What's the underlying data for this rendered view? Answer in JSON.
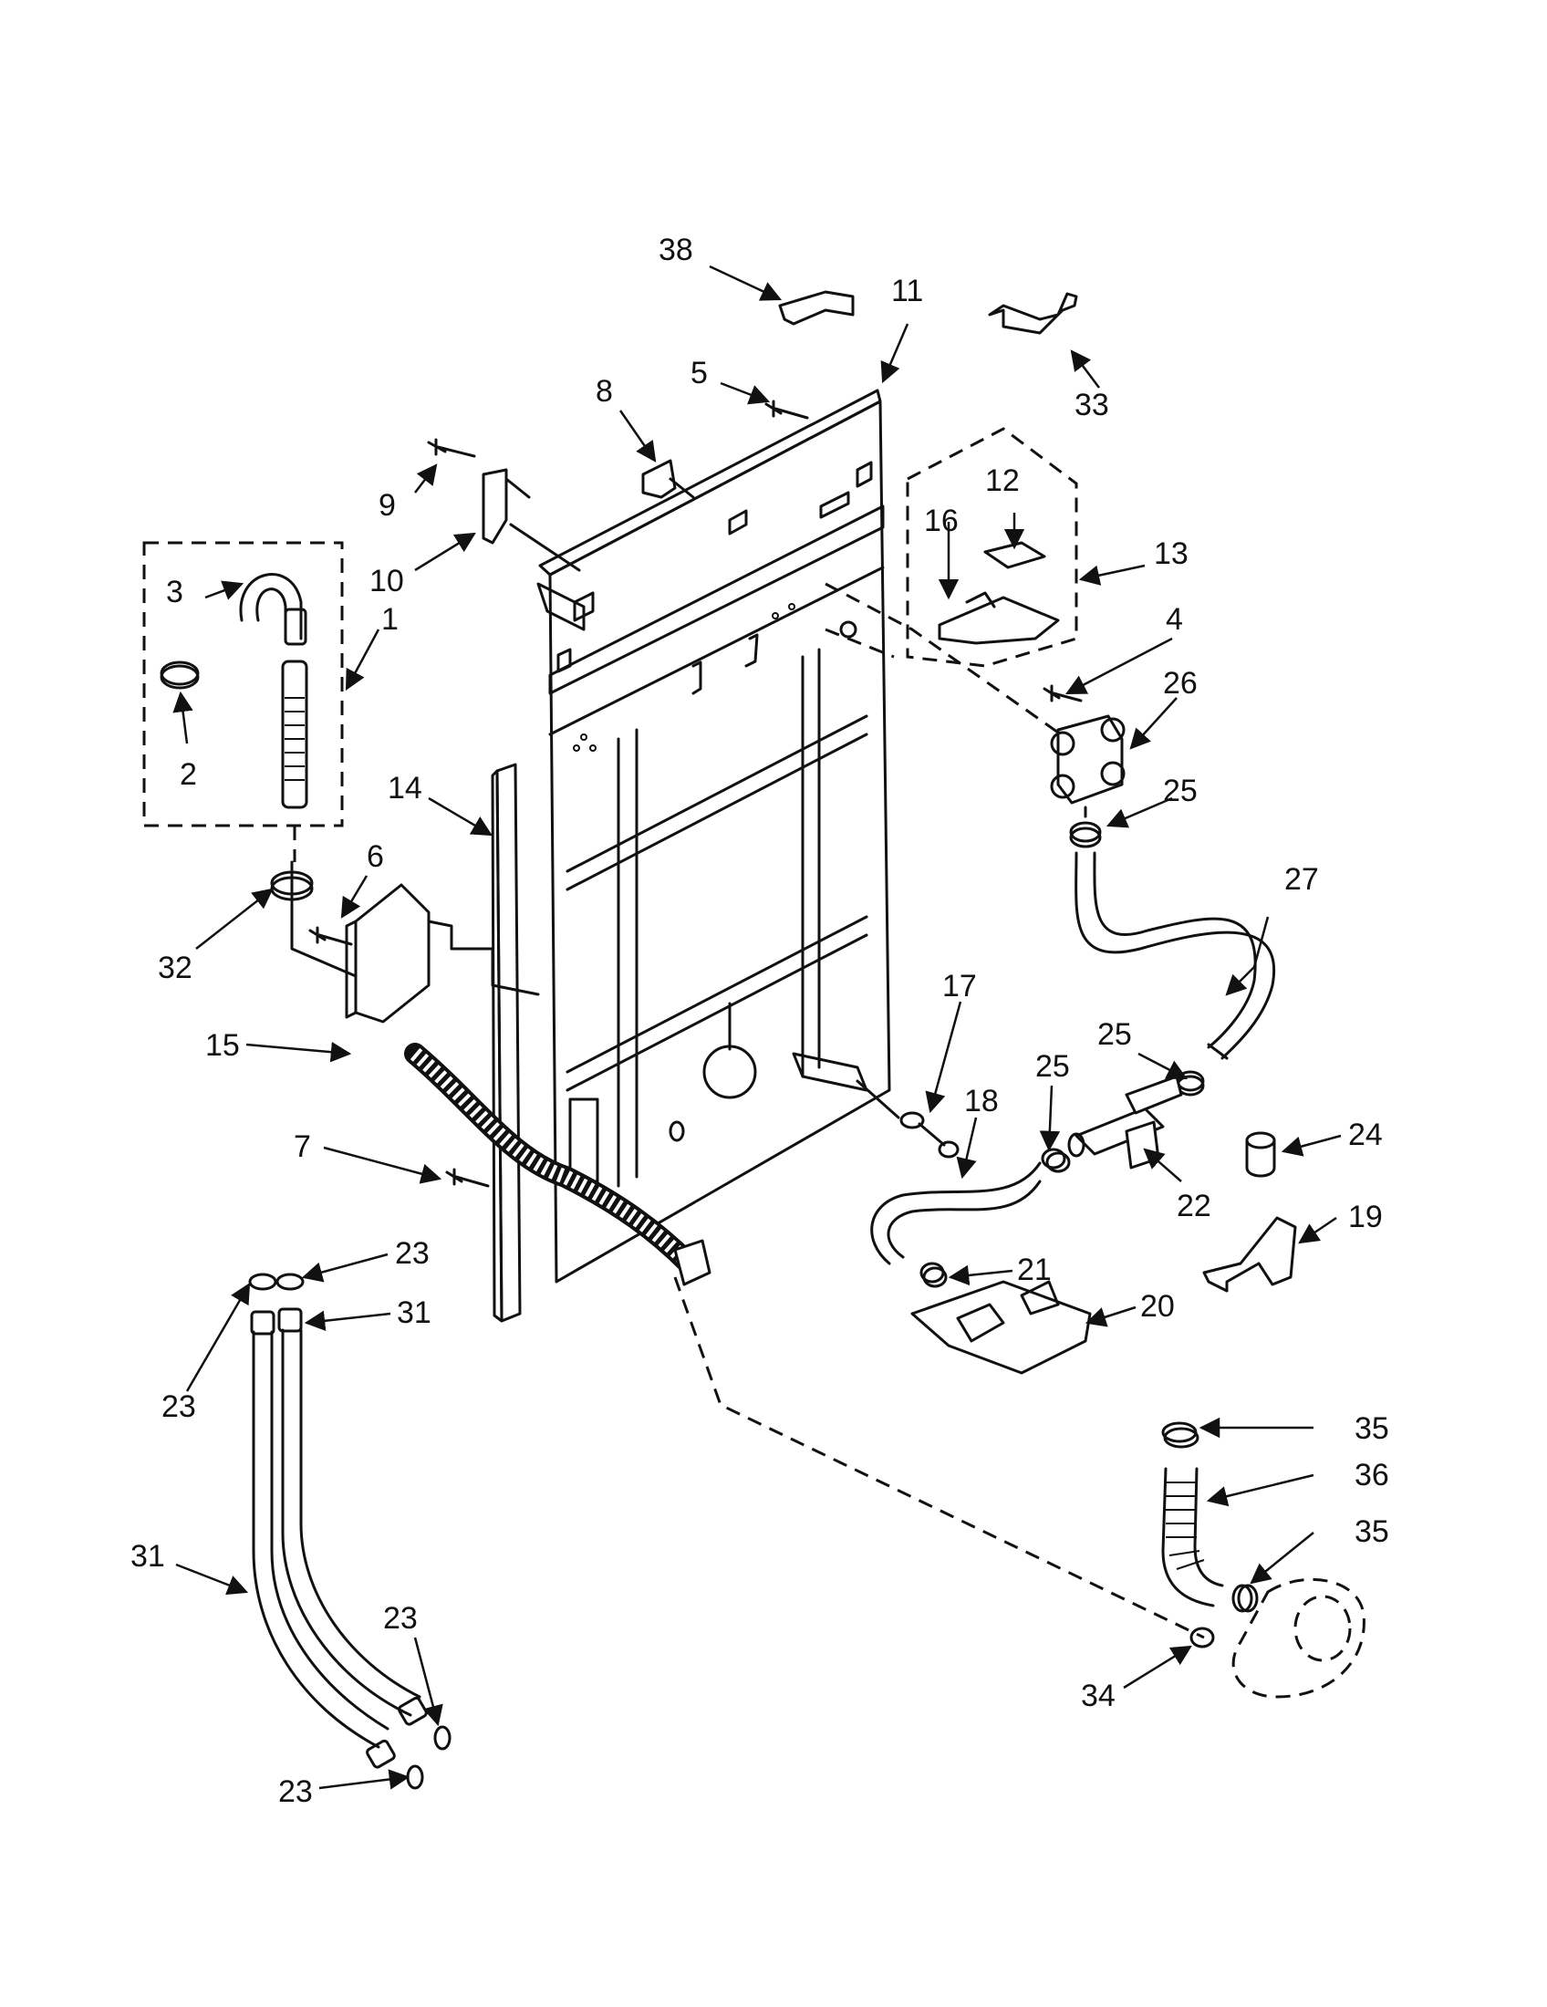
{
  "callouts": [
    {
      "id": "c38",
      "text": "38"
    },
    {
      "id": "c11",
      "text": "11"
    },
    {
      "id": "c33",
      "text": "33"
    },
    {
      "id": "c5",
      "text": "5"
    },
    {
      "id": "c8",
      "text": "8"
    },
    {
      "id": "c9",
      "text": "9"
    },
    {
      "id": "c12",
      "text": "12"
    },
    {
      "id": "c16",
      "text": "16"
    },
    {
      "id": "c13",
      "text": "13"
    },
    {
      "id": "c3",
      "text": "3"
    },
    {
      "id": "c10",
      "text": "10"
    },
    {
      "id": "c1",
      "text": "1"
    },
    {
      "id": "c4",
      "text": "4"
    },
    {
      "id": "c26",
      "text": "26"
    },
    {
      "id": "c2",
      "text": "2"
    },
    {
      "id": "c14",
      "text": "14"
    },
    {
      "id": "c25a",
      "text": "25"
    },
    {
      "id": "c6",
      "text": "6"
    },
    {
      "id": "c27",
      "text": "27"
    },
    {
      "id": "c32",
      "text": "32"
    },
    {
      "id": "c15",
      "text": "15"
    },
    {
      "id": "c17",
      "text": "17"
    },
    {
      "id": "c25b",
      "text": "25"
    },
    {
      "id": "c25c",
      "text": "25"
    },
    {
      "id": "c18",
      "text": "18"
    },
    {
      "id": "c24",
      "text": "24"
    },
    {
      "id": "c7",
      "text": "7"
    },
    {
      "id": "c22",
      "text": "22"
    },
    {
      "id": "c19",
      "text": "19"
    },
    {
      "id": "c23a",
      "text": "23"
    },
    {
      "id": "c21",
      "text": "21"
    },
    {
      "id": "c31a",
      "text": "31"
    },
    {
      "id": "c20",
      "text": "20"
    },
    {
      "id": "c23b",
      "text": "23"
    },
    {
      "id": "c35a",
      "text": "35"
    },
    {
      "id": "c36",
      "text": "36"
    },
    {
      "id": "c35b",
      "text": "35"
    },
    {
      "id": "c31b",
      "text": "31"
    },
    {
      "id": "c23c",
      "text": "23"
    },
    {
      "id": "c34",
      "text": "34"
    },
    {
      "id": "c23d",
      "text": "23"
    }
  ]
}
